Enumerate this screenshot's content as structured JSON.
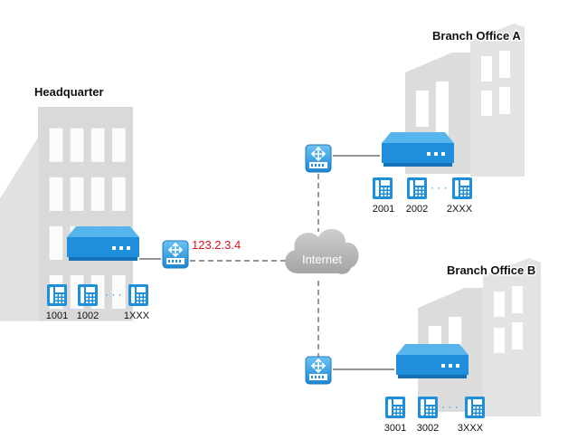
{
  "sites": {
    "hq": {
      "title": "Headquarter",
      "extensions": [
        "1001",
        "1002",
        "1XXX"
      ]
    },
    "branch_a": {
      "title": "Branch Office A",
      "extensions": [
        "2001",
        "2002",
        "2XXX"
      ]
    },
    "branch_b": {
      "title": "Branch Office B",
      "extensions": [
        "3001",
        "3002",
        "3XXX"
      ]
    }
  },
  "hq_router_ip": "123.2.3.4",
  "internet_label": "Internet",
  "colors": {
    "device_blue": "#1f8fdc",
    "device_top": "#5cb8ee",
    "building_gray": "#d6d6d6",
    "ip_red": "#e0101c",
    "cloud_gray": "#b9b9b9",
    "link_line": "#555555"
  },
  "icons": {
    "router": "router-icon",
    "pbx": "pbx-server-icon",
    "phone": "ip-phone-icon",
    "cloud": "cloud-icon",
    "building": "building-icon"
  }
}
